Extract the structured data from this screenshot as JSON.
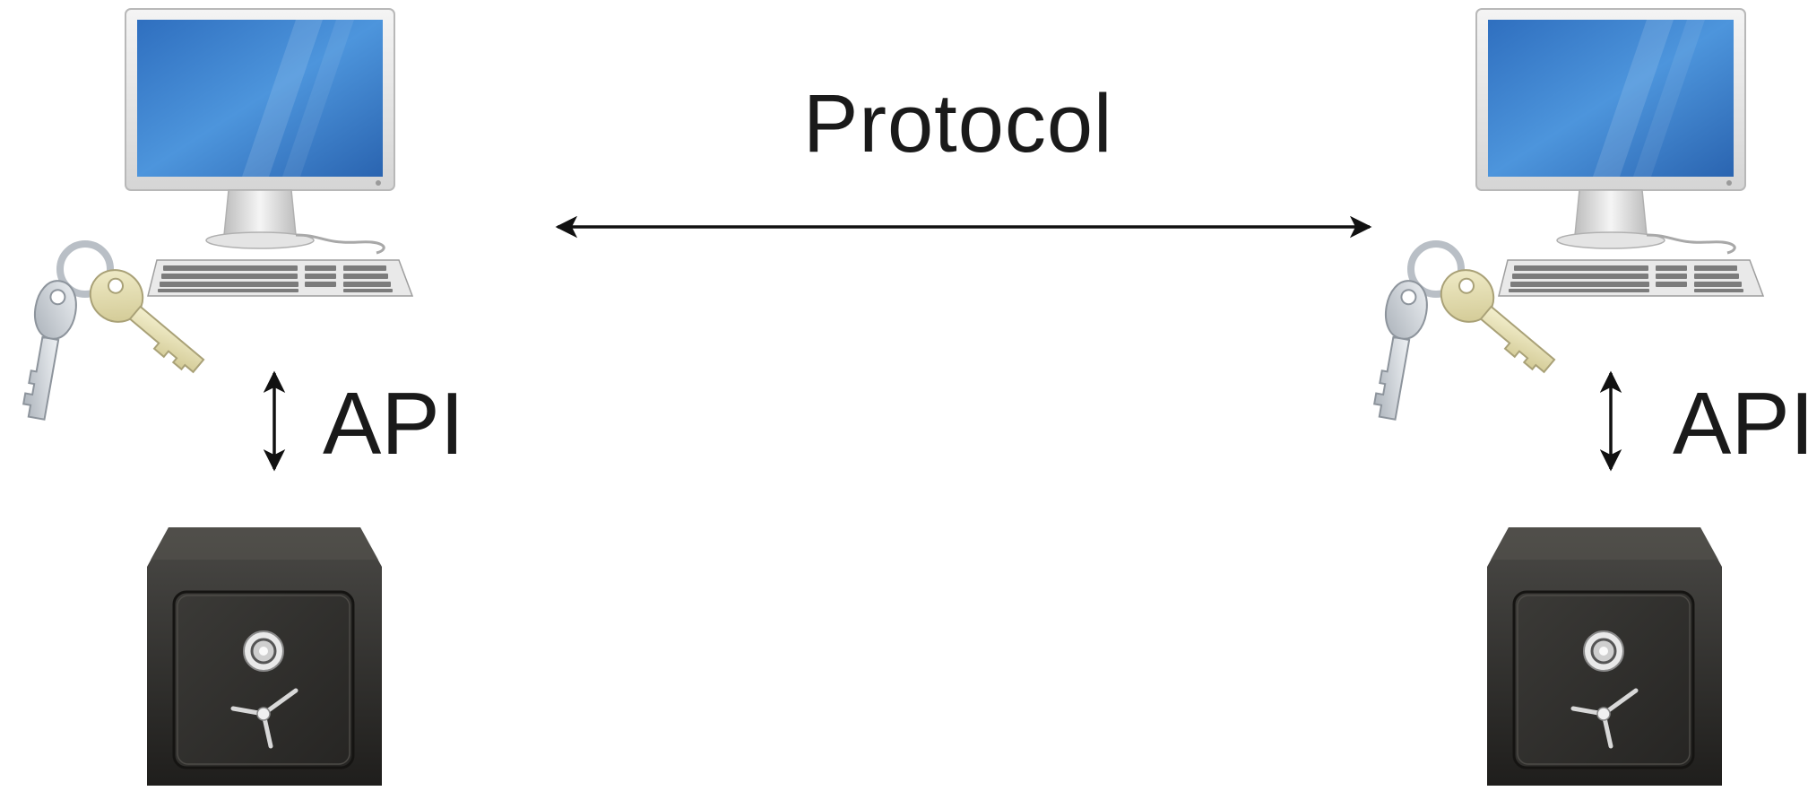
{
  "labels": {
    "protocol": "Protocol",
    "api_left": "API",
    "api_right": "API"
  },
  "nodes": [
    {
      "role": "left computer with keys",
      "icon": "computer-icon"
    },
    {
      "role": "right computer with keys",
      "icon": "computer-icon"
    },
    {
      "role": "left safe",
      "icon": "safe-icon"
    },
    {
      "role": "right safe",
      "icon": "safe-icon"
    }
  ],
  "colors": {
    "screen_blue": "#3f86d4",
    "safe_dark": "#2e2d2b",
    "key_silver": "#c9cfd6",
    "key_gold": "#e6e0b0",
    "arrow": "#111111"
  }
}
